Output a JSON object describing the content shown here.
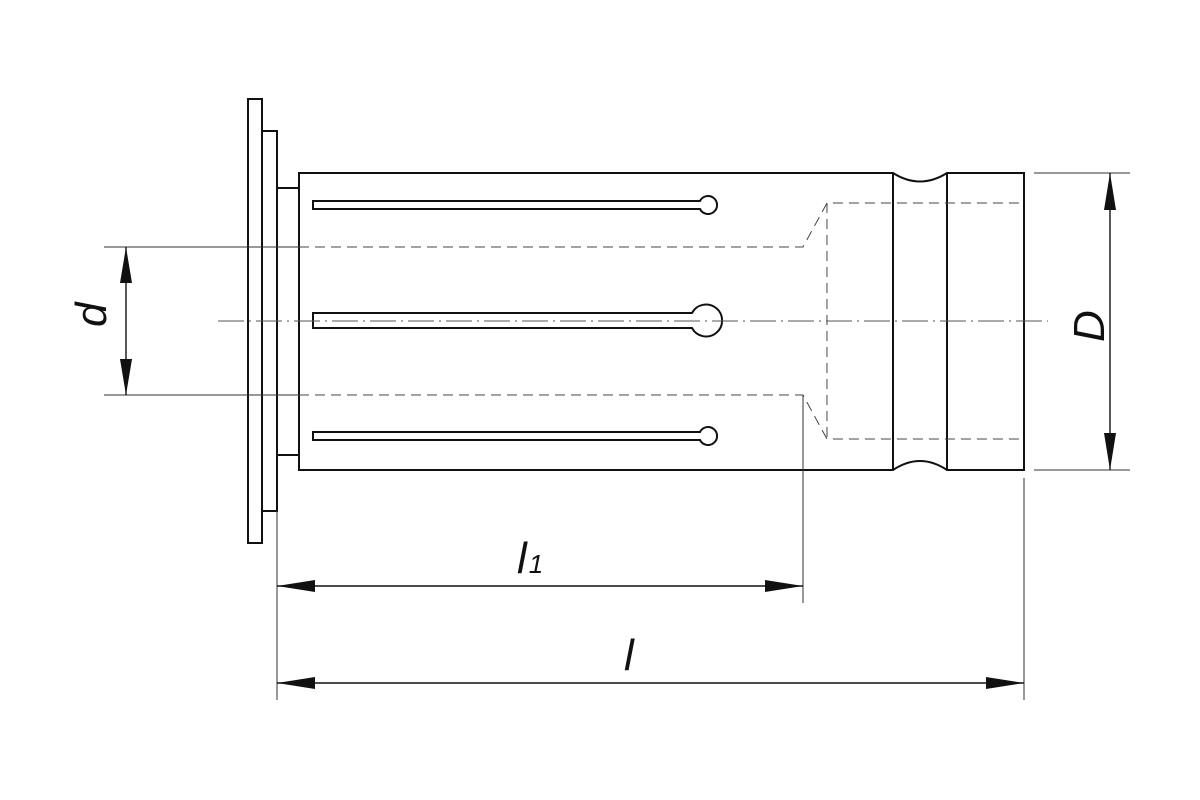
{
  "dimensions": {
    "inner_diameter_label": "d",
    "outer_diameter_label": "D",
    "slot_length_label_main": "l",
    "slot_length_label_sub": "1",
    "overall_length_label": "l"
  }
}
